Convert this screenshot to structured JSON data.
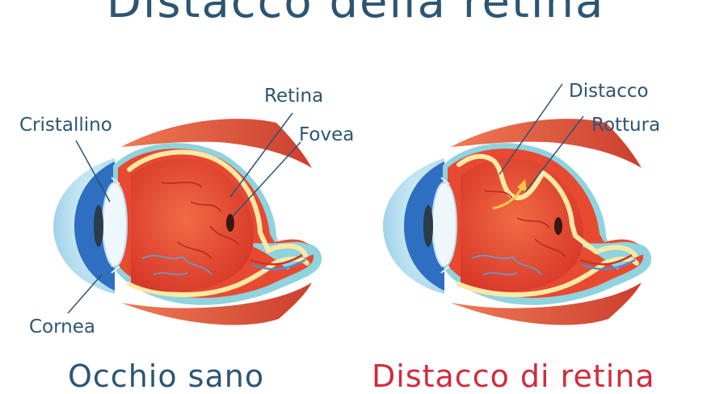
{
  "title": "Distacco della retina",
  "labels": {
    "cristallino": "Cristallino",
    "retina": "Retina",
    "fovea": "Fovea",
    "cornea": "Cornea",
    "distacco": "Distacco",
    "rottura": "Rottura"
  },
  "captions": {
    "healthy": "Occhio sano",
    "detached": "Distacco di retina"
  },
  "colors": {
    "title": "#2d5573",
    "caption_detached": "#d22b3e",
    "muscle": "#e0553f",
    "eye_interior": "#e8492f",
    "retina": "#fbe9a4",
    "cornea": "#2e6fc2",
    "outer_rim": "#8fd3de"
  }
}
